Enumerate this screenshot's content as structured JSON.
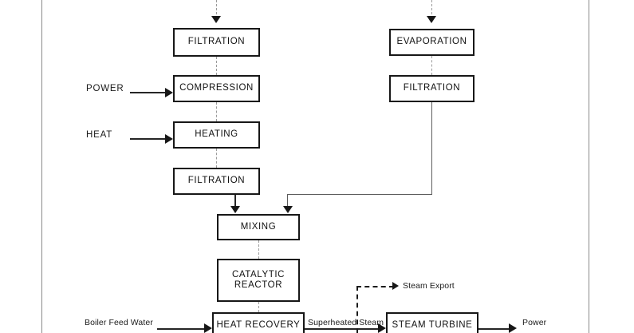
{
  "diagram": {
    "type": "process-flow-diagram",
    "boxes": [
      {
        "id": "filtration-top-left",
        "label": "FILTRATION"
      },
      {
        "id": "compression",
        "label": "COMPRESSION"
      },
      {
        "id": "heating",
        "label": "HEATING"
      },
      {
        "id": "filtration-left",
        "label": "FILTRATION"
      },
      {
        "id": "evaporation",
        "label": "EVAPORATION"
      },
      {
        "id": "filtration-right",
        "label": "FILTRATION"
      },
      {
        "id": "mixing",
        "label": "MIXING"
      },
      {
        "id": "catalytic-reactor-l1",
        "label": "CATALYTIC"
      },
      {
        "id": "catalytic-reactor-l2",
        "label": "REACTOR"
      },
      {
        "id": "heat-recovery",
        "label": "HEAT RECOVERY"
      },
      {
        "id": "steam-turbine",
        "label": "STEAM TURBINE"
      }
    ],
    "stream_labels": {
      "power_in": "POWER",
      "heat_in": "HEAT",
      "boiler_feed_water": "Boiler Feed Water",
      "superheated_steam": "Superheated Steam",
      "steam_export": "Steam Export",
      "power_out": "Power"
    },
    "colors": {
      "line": "#171717",
      "faint_line": "#9a9a9a",
      "page_rule": "#8a8a8a",
      "text": "#1a1a1a",
      "background": "#ffffff"
    }
  }
}
